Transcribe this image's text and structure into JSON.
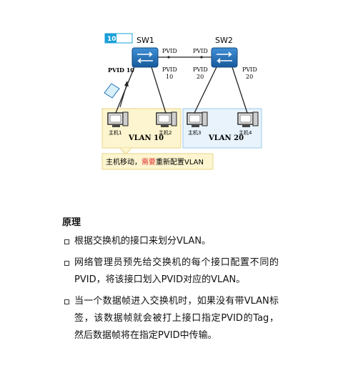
{
  "diagram": {
    "badge": "10",
    "sw1": "SW1",
    "sw2": "SW2",
    "sw1_right_port": "PVID",
    "sw2_left_port": "PVID",
    "sw1_pvid_left": "PVID 10",
    "sw1_pvid_right": [
      "PVID",
      "10"
    ],
    "sw2_pvid_left": [
      "PVID",
      "20"
    ],
    "sw2_pvid_right": [
      "PVID",
      "20"
    ],
    "hosts": [
      "主机1",
      "主机2",
      "主机3",
      "主机4"
    ],
    "vlan10": "VLAN 10",
    "vlan20": "VLAN 20",
    "note_prefix": "主机移动，",
    "note_highlight": "需要",
    "note_suffix": "重新配置VLAN",
    "colors": {
      "switch": "#1f6fb5",
      "vlan10_bg": "#fdf5cf",
      "vlan20_bg": "#e8f3fb",
      "highlight": "#e03030",
      "badge": "#19a0d8"
    }
  },
  "section": {
    "title": "原理",
    "bullets": [
      "根据交换机的接口来划分VLAN。",
      "网络管理员预先给交换机的每个接口配置不同的PVID，将该接口划入PVID对应的VLAN。",
      "当一个数据帧进入交换机时，如果没有带VLAN标签，该数据帧就会被打上接口指定PVID的Tag，然后数据帧将在指定PVID中传输。"
    ]
  }
}
